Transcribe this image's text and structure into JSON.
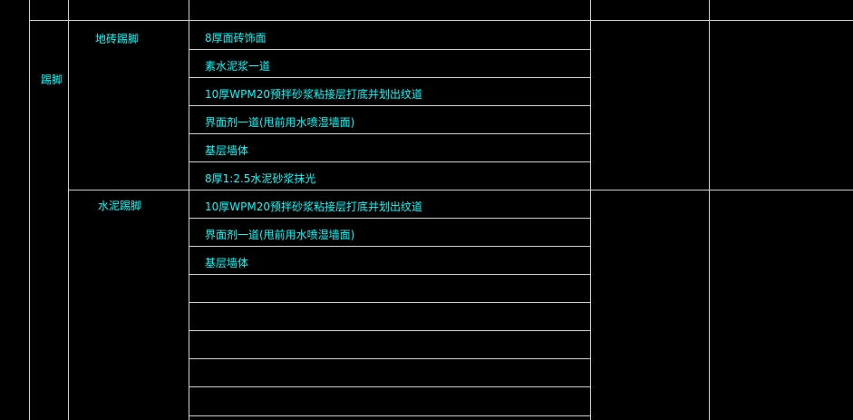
{
  "table": {
    "section_label": "踢脚",
    "groups": [
      {
        "name": "地砖踢脚",
        "rows": [
          "8厚面砖饰面",
          "素水泥浆一道",
          "10厚WPM20预拌砂浆粘接层打底并划出纹道",
          "界面剂一道(甩前用水喷湿墙面)",
          "基层墙体",
          "8厚1:2.5水泥砂浆抹光"
        ]
      },
      {
        "name": "水泥踢脚",
        "rows": [
          "10厚WPM20预拌砂浆粘接层打底并划出纹道",
          "界面剂一道(甩前用水喷湿墙面)",
          "基层墙体",
          "",
          "",
          "",
          "",
          ""
        ]
      }
    ]
  },
  "colors": {
    "background": "#000000",
    "line": "#cfcfcf",
    "text": "#00ffff"
  }
}
